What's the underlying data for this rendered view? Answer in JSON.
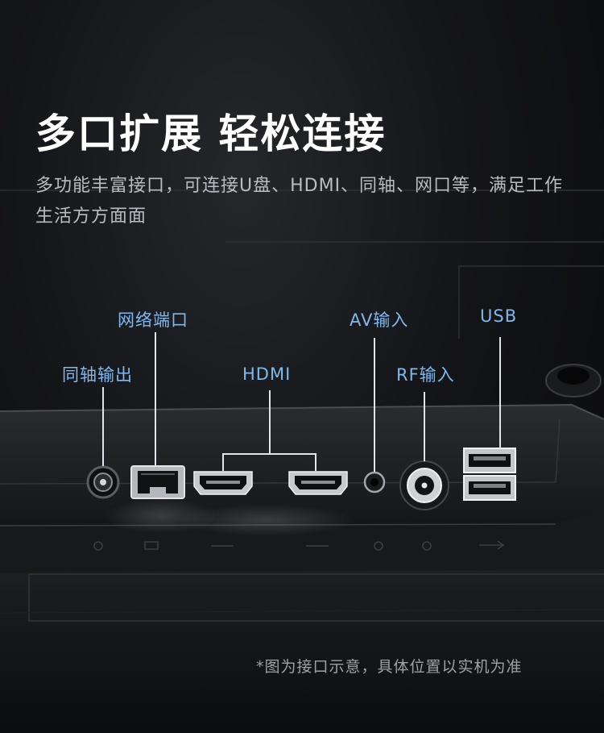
{
  "headline": "多口扩展  轻松连接",
  "description": "多功能丰富接口，可连接U盘、HDMI、同轴、网口等，满足工作生活方方面面",
  "ports": {
    "coaxial": "同轴输出",
    "ethernet": "网络端口",
    "hdmi": "HDMI",
    "av": "AV输入",
    "rf": "RF输入",
    "usb": "USB"
  },
  "footnote": "*图为接口示意，具体位置以实机为准"
}
